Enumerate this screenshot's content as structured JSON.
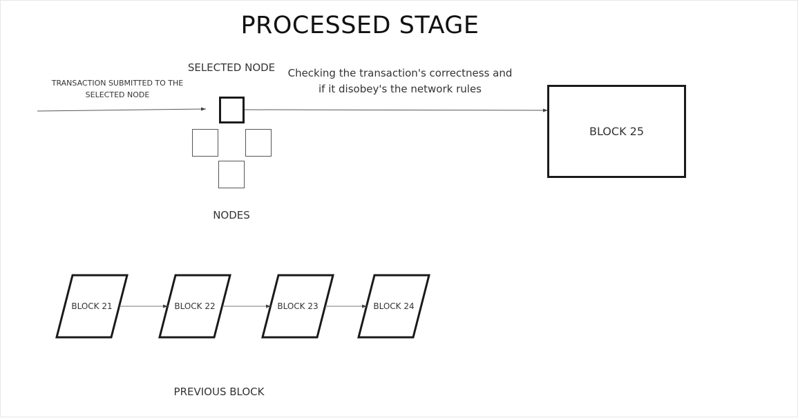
{
  "title": "PROCESSED STAGE",
  "selected_node_label": "SELECTED NODE",
  "submit_label": "TRANSACTION SUBMITTED TO THE SELECTED NODE",
  "check_label": "Checking the transaction's correctness and  if it disobey's the network rules",
  "nodes_label": "NODES",
  "target_block": {
    "label": "BLOCK 25"
  },
  "previous_blocks": [
    {
      "label": "BLOCK 21"
    },
    {
      "label": "BLOCK 22"
    },
    {
      "label": "BLOCK 23"
    },
    {
      "label": "BLOCK 24"
    }
  ],
  "previous_label": "PREVIOUS BLOCK"
}
